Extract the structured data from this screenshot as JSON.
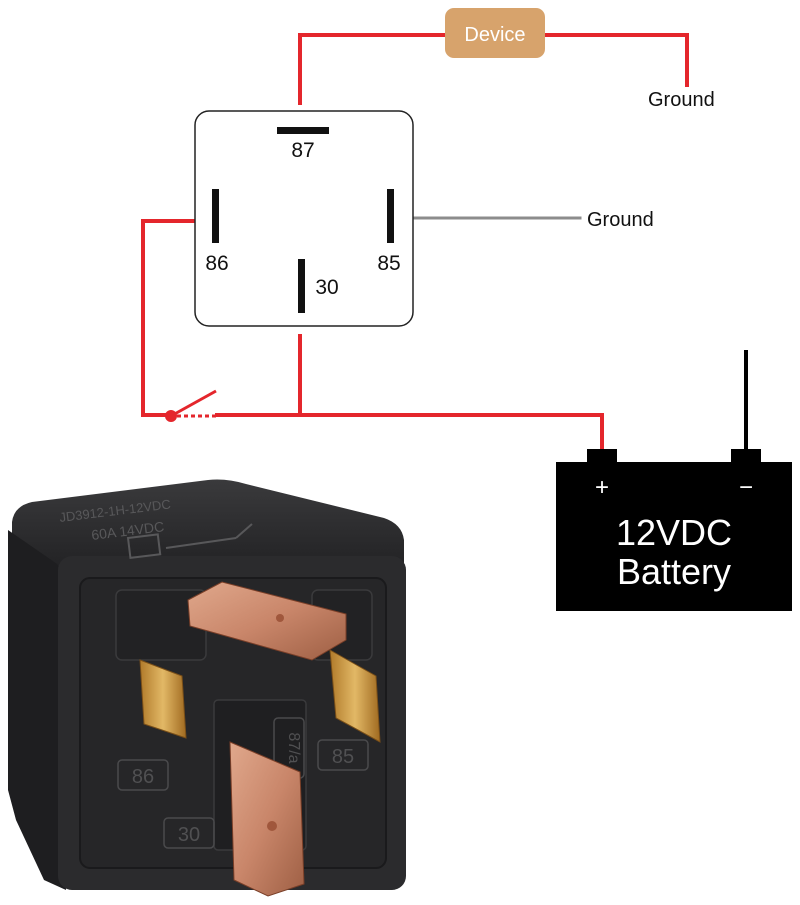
{
  "diagram": {
    "device_label": "Device",
    "ground_labels": [
      "Ground",
      "Ground"
    ],
    "relay_pins": {
      "p87": "87",
      "p86": "86",
      "p85": "85",
      "p30": "30"
    },
    "battery": {
      "plus": "+",
      "minus": "−",
      "line1": "12VDC",
      "line2": "Battery"
    }
  },
  "photo": {
    "housing_text_line1": "JD3912-1H-12VDC",
    "housing_text_line2": "60A  14VDC",
    "pin_labels": [
      "86",
      "87/a",
      "85",
      "30"
    ]
  },
  "colors": {
    "wire": "#e4262c",
    "ground_wire": "#8c8c8c",
    "device_fill": "#d7a36c",
    "battery_fill": "#000000",
    "terminal_copper": "#c9866a"
  }
}
